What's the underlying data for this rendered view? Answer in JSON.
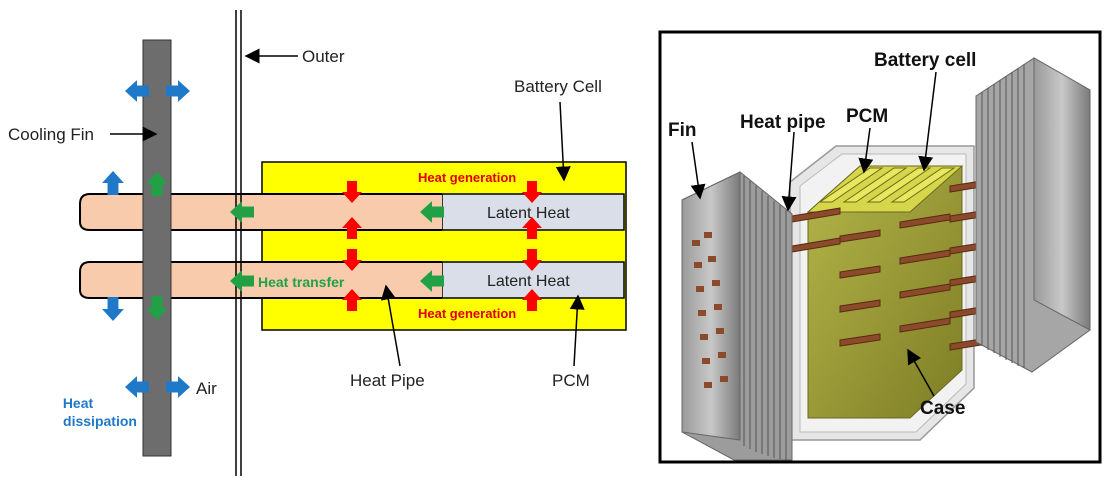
{
  "left": {
    "labels": {
      "outer": "Outer",
      "battery_cell": "Battery Cell",
      "cooling_fin": "Cooling Fin",
      "latent_heat_1": "Latent Heat",
      "latent_heat_2": "Latent Heat",
      "heat_gen_top": "Heat generation",
      "heat_gen_bottom": "Heat generation",
      "heat_transfer": "Heat transfer",
      "air": "Air",
      "heat_dissipation_1": "Heat",
      "heat_dissipation_2": "dissipation",
      "heat_pipe": "Heat Pipe",
      "pcm": "PCM"
    },
    "colors": {
      "fin": "#6d6d6d",
      "battery": "#ffff00",
      "pipe": "#f8cbad",
      "latent": "#d9dee8",
      "arrow_blue": "#1f78c8",
      "arrow_green": "#22a046",
      "arrow_red": "#ff0000",
      "red_text": "#e00000",
      "green_text": "#22a046",
      "blue_text": "#1f78c8"
    }
  },
  "right": {
    "labels": {
      "fin": "Fin",
      "heat_pipe": "Heat pipe",
      "pcm": "PCM",
      "battery_cell": "Battery cell",
      "case": "Case"
    },
    "colors": {
      "border": "#000000",
      "fin": "#8a8a8a",
      "pcm": "#9a9a2e",
      "battery": "#d6d64a",
      "pipe": "#8b4a2a",
      "case": "#dcdcdc"
    }
  }
}
